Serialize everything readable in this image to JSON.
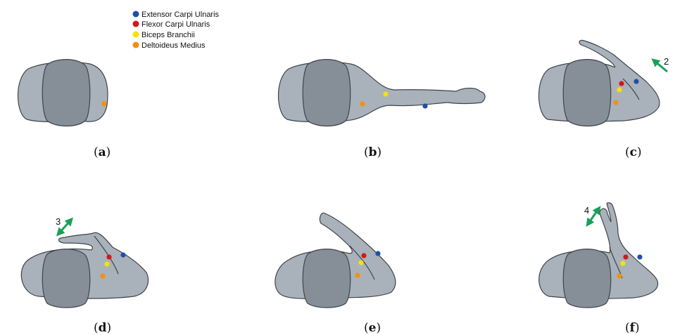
{
  "legend": {
    "items": [
      {
        "label": "Extensor Carpi Ulnaris",
        "color": "#1f4fa8"
      },
      {
        "label": "Flexor Carpi Ulnaris",
        "color": "#d0181e"
      },
      {
        "label": "Biceps Branchii",
        "color": "#f5e10d"
      },
      {
        "label": "Deltoideus Medius",
        "color": "#f5900f"
      }
    ]
  },
  "panels": [
    {
      "id": "a",
      "caption_open": "(",
      "caption_letter": "a",
      "caption_close": ")"
    },
    {
      "id": "b",
      "caption_open": "(",
      "caption_letter": "b",
      "caption_close": ")"
    },
    {
      "id": "c",
      "caption_open": "(",
      "caption_letter": "c",
      "caption_close": ")",
      "arrow_label": "2"
    },
    {
      "id": "d",
      "caption_open": "(",
      "caption_letter": "d",
      "caption_close": ")",
      "arrow_label": "3"
    },
    {
      "id": "e",
      "caption_open": "(",
      "caption_letter": "e",
      "caption_close": ")"
    },
    {
      "id": "f",
      "caption_open": "(",
      "caption_letter": "f",
      "caption_close": ")",
      "arrow_label": "4"
    }
  ],
  "colors": {
    "body": "#a9b1ba",
    "head": "#868e97",
    "arrow": "#1aa05a"
  }
}
